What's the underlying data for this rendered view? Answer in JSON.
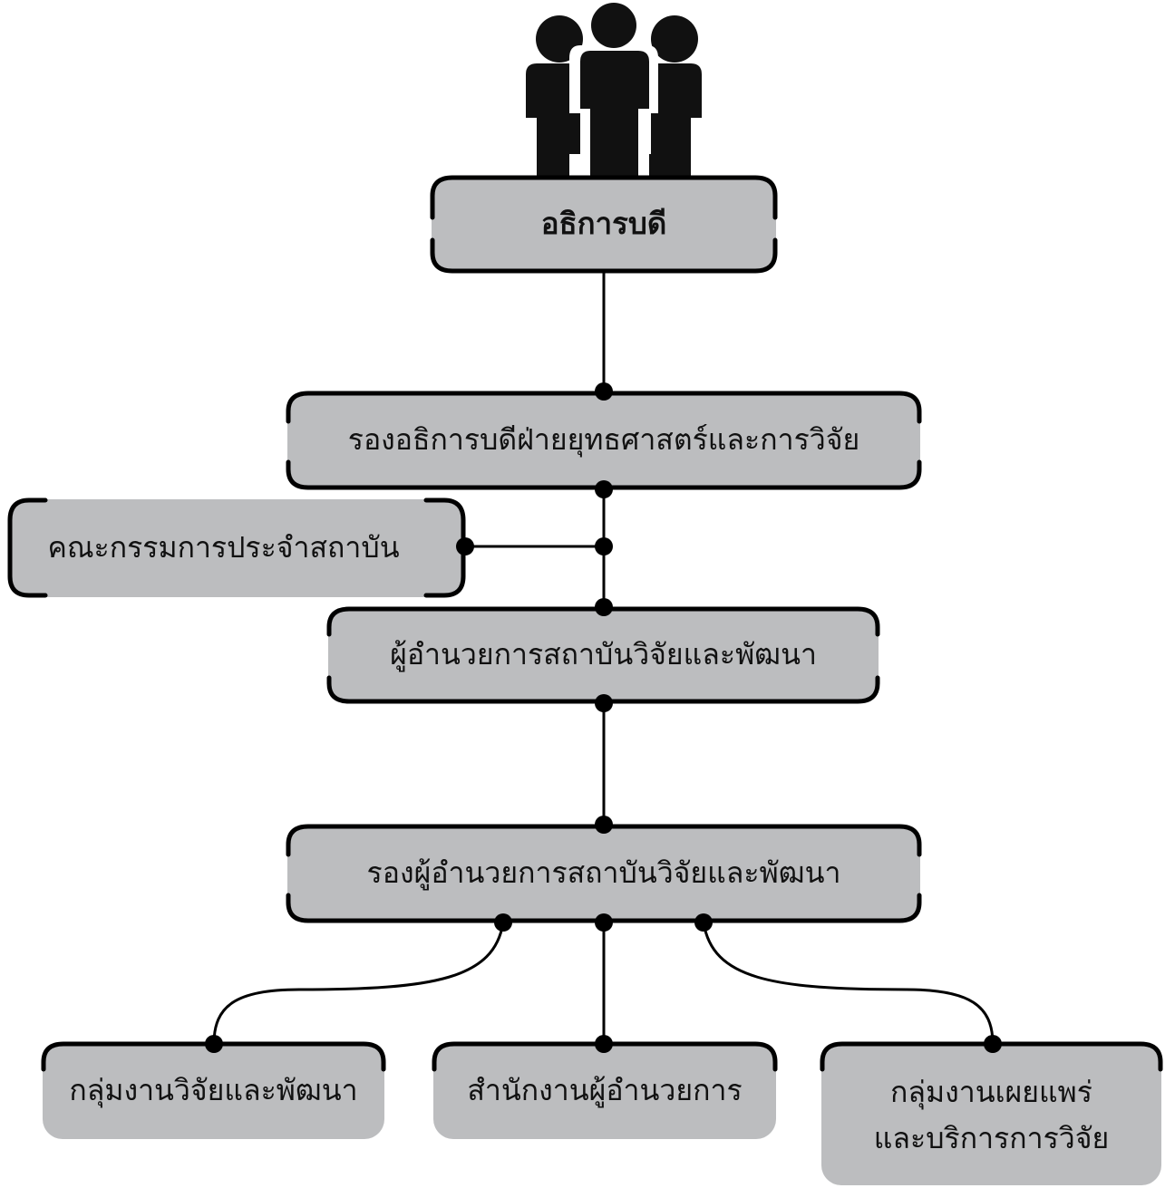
{
  "icon": "people-group-icon",
  "colors": {
    "box_fill": "#bcbdbf",
    "outline": "#000000",
    "line": "#000000"
  },
  "nodes": {
    "president": "อธิการบดี",
    "vice_president": "รองอธิการบดีฝ่ายยุทธศาสตร์และการวิจัย",
    "committee": "คณะกรรมการประจำสถาบัน",
    "director": "ผู้อำนวยการสถาบันวิจัยและพัฒนา",
    "deputy_director": "รองผู้อำนวยการสถาบันวิจัยและพัฒนา",
    "rd_group": "กลุ่มงานวิจัยและพัฒนา",
    "director_office": "สำนักงานผู้อำนวยการ",
    "dissemination_group": "กลุ่มงานเผยแพร่\nและบริการการวิจัย"
  }
}
